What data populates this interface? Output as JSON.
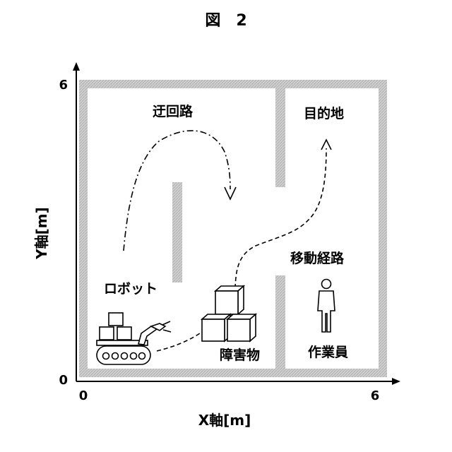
{
  "figure": {
    "title": "図　2"
  },
  "axes": {
    "x_label": "X軸[m]",
    "y_label": "Y軸[m]",
    "x_min_tick": "0",
    "x_max_tick": "6",
    "y_min_tick": "0",
    "y_max_tick": "6"
  },
  "labels": {
    "detour": "迂回路",
    "destination": "目的地",
    "robot": "ロボット",
    "movement_path": "移動経路",
    "obstacle": "障害物",
    "worker": "作業員"
  },
  "colors": {
    "wall": "#c8c8c8",
    "wall_hatch": "#b4b4b4",
    "line": "#000000",
    "background": "#ffffff"
  }
}
